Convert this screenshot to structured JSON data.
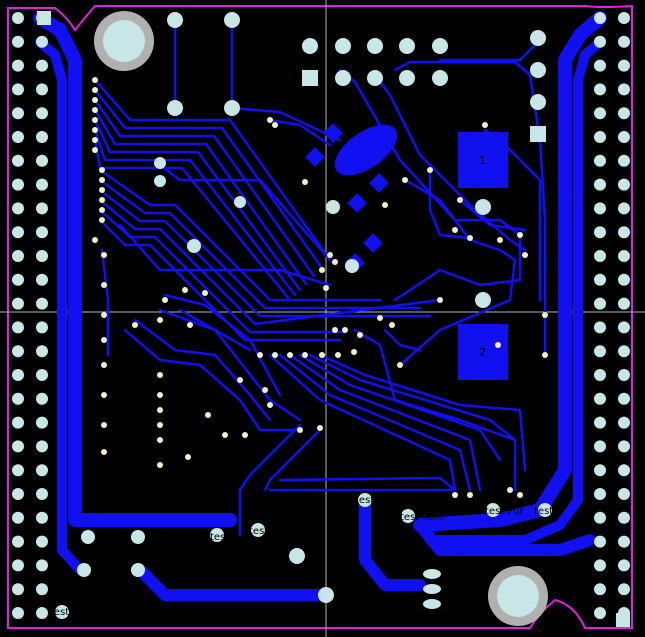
{
  "colors": {
    "background": "#000000",
    "copper": "#1010f0",
    "pad": "#c8e6e6",
    "pad_ring": "#b0b0b0",
    "via": "#f0f0c8",
    "outline": "#e020e0",
    "crosshair": "#b4b4b4"
  },
  "labels": {
    "test_1": "test",
    "test_2": "test",
    "test_3": "test",
    "test_4": "test Sum",
    "test_5": "test Sum",
    "test_6": "test Pur",
    "test_7": "test",
    "test_8": "test",
    "pad_1": "1",
    "pad_2": "2"
  }
}
